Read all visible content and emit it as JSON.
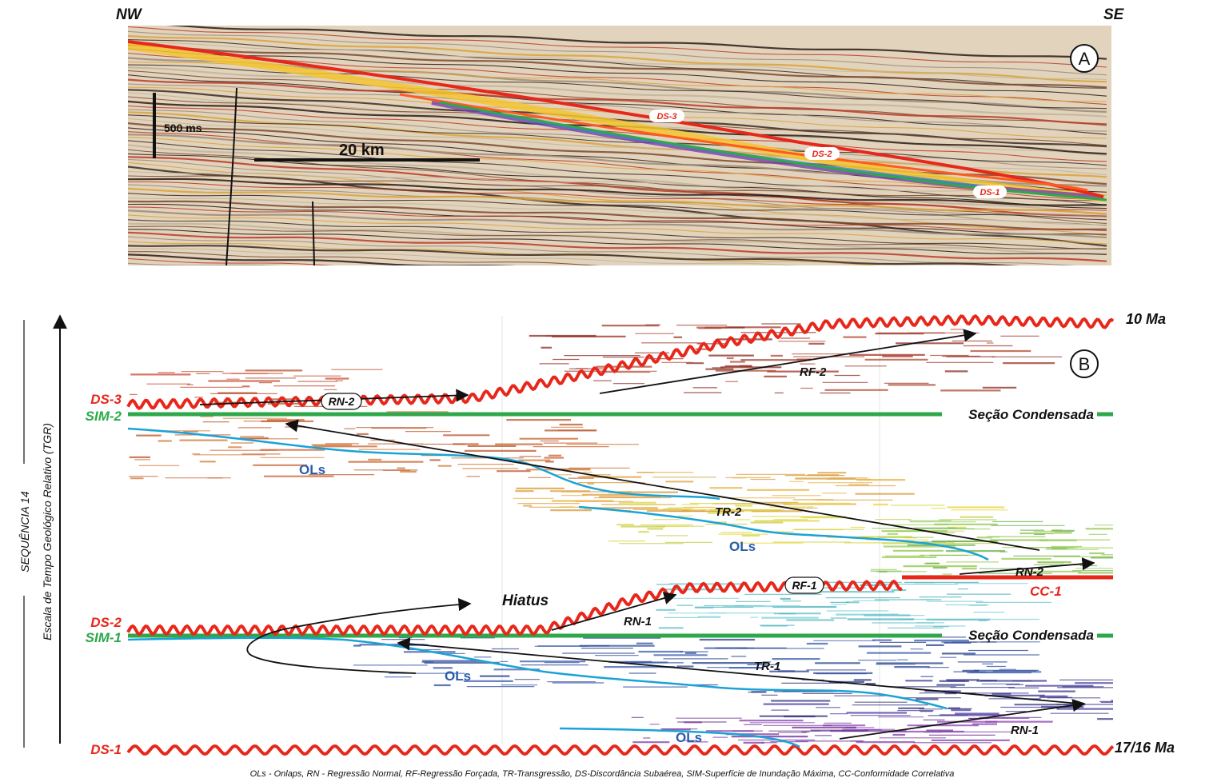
{
  "panel_a": {
    "label": "A",
    "left_direction": "NW",
    "right_direction": "SE",
    "vertical_scale": "500 ms",
    "horizontal_scale": "20 km",
    "surfaces": [
      "DS-3",
      "DS-2",
      "DS-1"
    ]
  },
  "panel_b": {
    "label": "B",
    "sequence_label": "SEQUÊNCIA 14",
    "axis_label": "Escala de Tempo Geológico Relativo (TGR)",
    "age_top": "10 Ma",
    "age_bottom": "17/16 Ma",
    "left_labels": {
      "ds3": "DS-3",
      "sim2": "SIM-2",
      "ds2": "DS-2",
      "sim1": "SIM-1",
      "ds1": "DS-1"
    },
    "condensed_upper": "Seção Condensada",
    "condensed_lower": "Seção Condensada",
    "cc1": "CC-1",
    "hiatus": "Hiatus",
    "trends": {
      "rn2_top": "RN-2",
      "rf2": "RF-2",
      "tr2": "TR-2",
      "rn2_low": "RN-2",
      "rf1": "RF-1",
      "rn1_mid": "RN-1",
      "tr1": "TR-1",
      "rn1_low": "RN-1"
    },
    "onlaps": [
      "OLs",
      "OLs",
      "OLs",
      "OLs"
    ]
  },
  "caption": "OLs - Onlaps, RN - Regressão Normal, RF-Regressão Forçada, TR-Transgressão, DS-Discordância Subaérea, SIM-Superfície de Inundação Máxima, CC-Conformidade Correlativa",
  "colors": {
    "unconformity": "#e8271b",
    "flooding": "#2ea84a",
    "onlap": "#1aa3d6",
    "label_blue": "#2a5caa"
  }
}
